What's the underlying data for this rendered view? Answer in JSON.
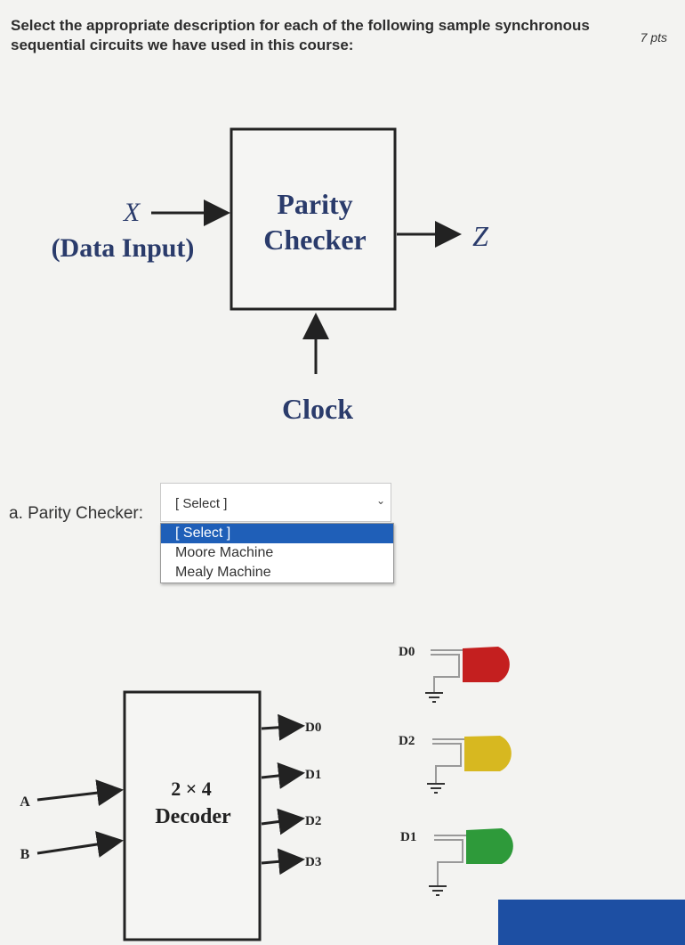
{
  "points": "7 pts",
  "question": "Select the appropriate description for each of the following sample synchronous sequential circuits we have used in this course:",
  "parity_diagram": {
    "input_var": "X",
    "input_desc": "(Data Input)",
    "block_line1": "Parity",
    "block_line2": "Checker",
    "output_var": "Z",
    "clock": "Clock"
  },
  "question_a": {
    "label": "a. Parity Checker:",
    "selected": "[ Select ]",
    "options": [
      "[ Select ]",
      "Moore Machine",
      "Mealy Machine"
    ]
  },
  "decoder_diagram": {
    "input_a": "A",
    "input_b": "B",
    "block_line1": "2 × 4",
    "block_line2": "Decoder",
    "outputs": [
      "D0",
      "D1",
      "D2",
      "D3"
    ]
  },
  "leds": [
    {
      "label": "D0",
      "color": "#c41f1f"
    },
    {
      "label": "D2",
      "color": "#d7b820"
    },
    {
      "label": "D1",
      "color": "#2e9a3a"
    }
  ]
}
